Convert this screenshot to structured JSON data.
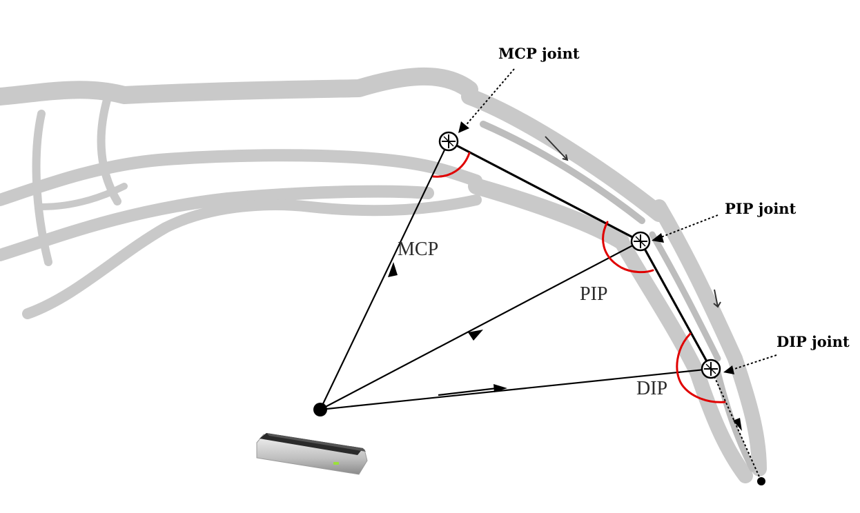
{
  "labels": {
    "mcp_joint": "MCP joint",
    "pip_joint": "PIP joint",
    "dip_joint": "DIP joint",
    "mcp": "MCP",
    "pip": "PIP",
    "dip": "DIP"
  },
  "colors": {
    "bone": "#c9c9c9",
    "vector": "#000000",
    "angle_arc": "#e00000",
    "sensor_light": "#9be13a"
  }
}
